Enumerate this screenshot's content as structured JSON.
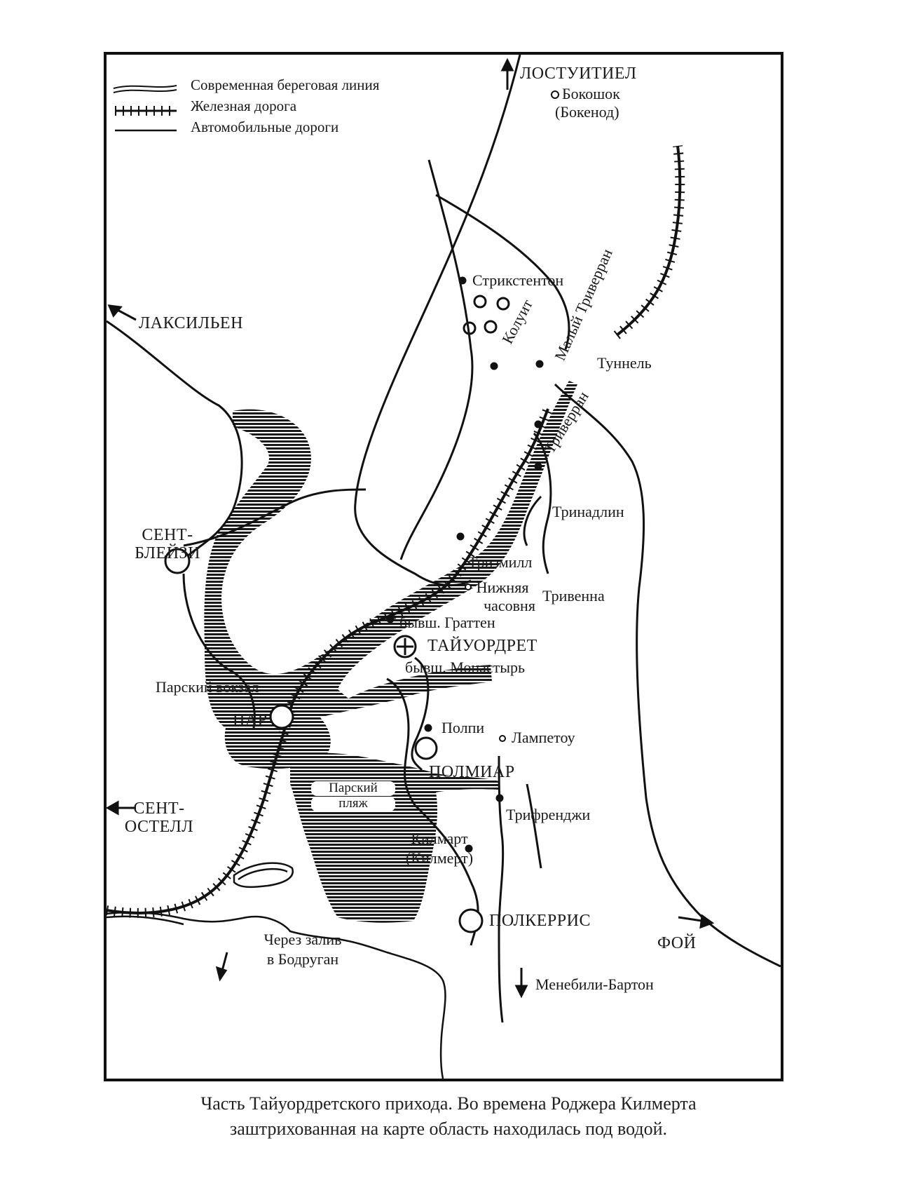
{
  "legend": {
    "coastline": "Современная береговая линия",
    "railway": "Железная дорога",
    "roads": "Автомобильные дороги"
  },
  "places": {
    "lostwithiel": "ЛОСТУИТИЕЛ",
    "bokoshok": "Бокошок",
    "bokenod": "(Бокенод)",
    "laksilen": "ЛАКСИЛЬЕН",
    "strikstenton": "Стрикстентон",
    "koluit": "Колуит",
    "maly_triverran": "Малый Триверран",
    "tunnel": "Туннель",
    "triverran": "Триверран",
    "trinadlin": "Тринадлин",
    "saint_blazey_1": "СЕНТ-",
    "saint_blazey_2": "БЛЕЙЗИ",
    "trizmill": "Тризмилл",
    "nizhnyaya_1": "Нижняя",
    "nizhnyaya_2": "часовня",
    "trivenna": "Тривенна",
    "graten": "бывш. Граттен",
    "tywardreath": "ТАЙУОРДРЕТ",
    "monastery": "бывш. Монастырь",
    "par_station": "Парский вокзал",
    "par": "ПАР",
    "polpi": "Полпи",
    "lampetou": "Лампетоу",
    "polmear": "ПОЛМИАР",
    "par_beach_1": "Парский",
    "par_beach_2": "пляж",
    "trifrendzhi": "Трифренджи",
    "saint_austell_1": "СЕНТ-",
    "saint_austell_2": "ОСТЕЛЛ",
    "kilmart": "Килмарт",
    "kilmert": "(Килмерт)",
    "polkerris": "ПОЛКЕРРИС",
    "fowey": "ФОЙ",
    "bay_1": "Через залив",
    "bay_2": "в Бодруган",
    "menabilly": "Менебили-Бартон"
  },
  "caption": {
    "line1": "Часть Тайуордретского прихода. Во времена Роджера Килмерта",
    "line2": "заштрихованная на карте область находилась под водой."
  },
  "colors": {
    "ink": "#111111",
    "paper": "#ffffff"
  }
}
